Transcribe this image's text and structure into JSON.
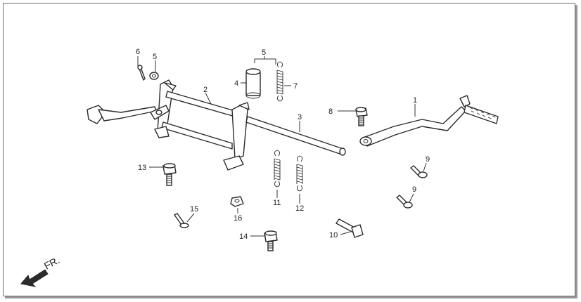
{
  "diagram": {
    "direction_label": "FR.",
    "callouts": [
      "1",
      "2",
      "3",
      "4",
      "5",
      "6",
      "7",
      "8",
      "9",
      "9",
      "10",
      "11",
      "12",
      "13",
      "14",
      "15",
      "16"
    ]
  }
}
